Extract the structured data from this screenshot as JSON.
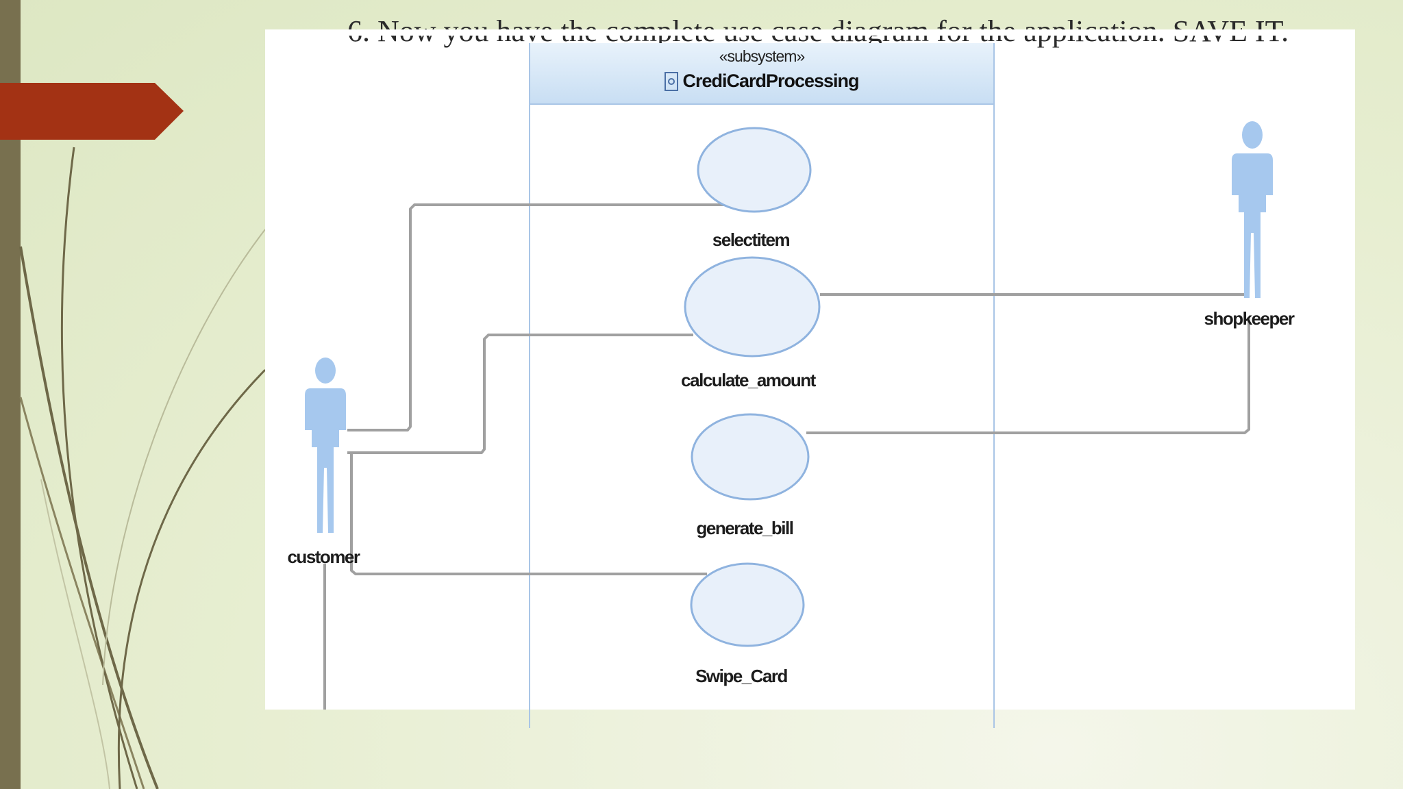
{
  "slide": {
    "caption": "6.   Now you have the complete use case diagram for the application. SAVE IT."
  },
  "subsystem": {
    "stereotype": "«subsystem»",
    "name": "CrediCardProcessing",
    "icon": "component-icon"
  },
  "actors": [
    {
      "id": "customer",
      "label": "customer"
    },
    {
      "id": "shopkeeper",
      "label": "shopkeeper"
    }
  ],
  "use_cases": [
    {
      "id": "selectitem",
      "label": "selectitem"
    },
    {
      "id": "calculate_amount",
      "label": "calculate_amount"
    },
    {
      "id": "generate_bill",
      "label": "generate_bill"
    },
    {
      "id": "swipe_card",
      "label": "Swipe_Card"
    }
  ],
  "associations": [
    {
      "from": "customer",
      "to": "selectitem"
    },
    {
      "from": "customer",
      "to": "calculate_amount"
    },
    {
      "from": "customer",
      "to": "swipe_card"
    },
    {
      "from": "shopkeeper",
      "to": "calculate_amount"
    },
    {
      "from": "shopkeeper",
      "to": "generate_bill"
    }
  ],
  "colors": {
    "slide_bar": "#78704f",
    "accent_arrow": "#a33214",
    "actor_fill": "#a6c8ee",
    "use_case_fill": "#e8f0fa",
    "use_case_stroke": "#8fb3df",
    "connector": "#a0a0a0"
  }
}
